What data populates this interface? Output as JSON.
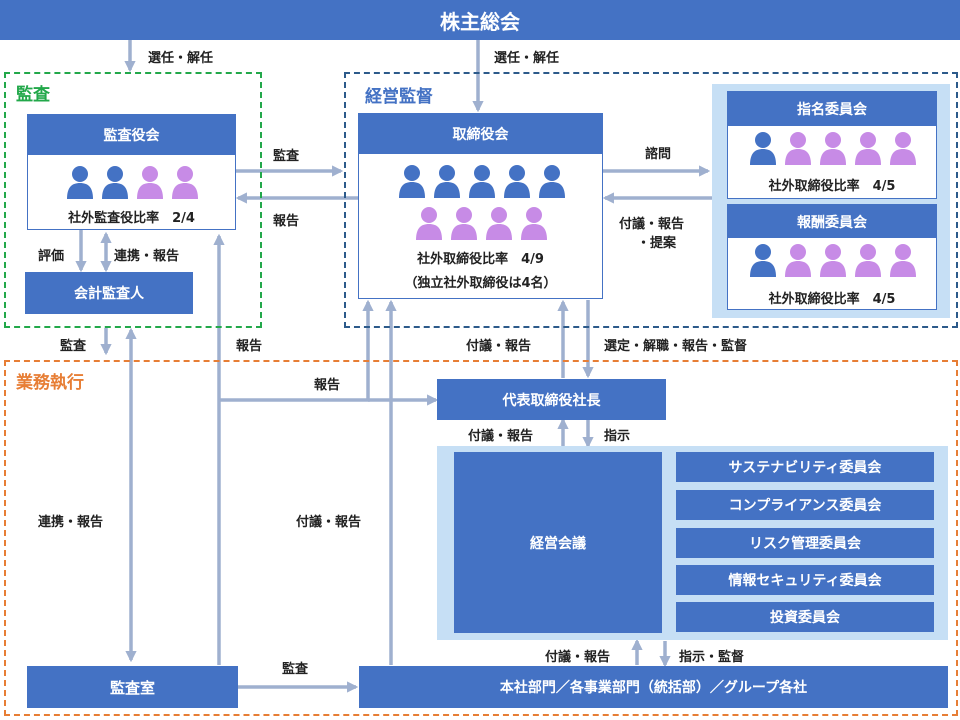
{
  "colors": {
    "blue": "#4472c4",
    "outside": "#c78be6",
    "insider": "#4472c4",
    "green": "#22a84a",
    "orange": "#e77e35",
    "navy": "#2c5a8a",
    "arrow": "#9fb0cf",
    "panelbg": "#c6dff5"
  },
  "header": {
    "title": "株主総会"
  },
  "regions": {
    "audit": "監査",
    "supervision": "経営監督",
    "execution": "業務執行"
  },
  "audit_board": {
    "title": "監査役会",
    "ratio": "社外監査役比率　2/4",
    "people": [
      "insider",
      "insider",
      "outside",
      "outside"
    ]
  },
  "accounting_auditor": {
    "title": "会計監査人"
  },
  "board": {
    "title": "取締役会",
    "ratio": "社外取締役比率　4/9",
    "note": "（独立社外取締役は4名）",
    "people": [
      "insider",
      "insider",
      "insider",
      "insider",
      "insider",
      "outside",
      "outside",
      "outside",
      "outside"
    ]
  },
  "nomination": {
    "title": "指名委員会",
    "ratio": "社外取締役比率　4/5",
    "people": [
      "insider",
      "outside",
      "outside",
      "outside",
      "outside"
    ]
  },
  "compensation": {
    "title": "報酬委員会",
    "ratio": "社外取締役比率　4/5",
    "people": [
      "insider",
      "outside",
      "outside",
      "outside",
      "outside"
    ]
  },
  "ceo": {
    "title": "代表取締役社長"
  },
  "mgmt_meeting": {
    "title": "経営会議"
  },
  "committees": [
    "サステナビリティ委員会",
    "コンプライアンス委員会",
    "リスク管理委員会",
    "情報セキュリティ委員会",
    "投資委員会"
  ],
  "internal_audit": {
    "title": "監査室"
  },
  "departments": {
    "title": "本社部門／各事業部門（統括部）／グループ各社"
  },
  "labels": {
    "elect_left": "選任・解任",
    "elect_right": "選任・解任",
    "audit_to_board": "監査",
    "board_to_audit": "報告",
    "consult": "諮問",
    "propose1": "付議・報告",
    "propose2": "・提案",
    "evaluate": "評価",
    "coop1": "連携・報告",
    "audit_down": "監査",
    "report_up": "報告",
    "report_mid": "報告",
    "propose_board": "付議・報告",
    "select": "選定・解職・報告・監督",
    "ceo_propose": "付議・報告",
    "instruct": "指示",
    "coop2": "連携・報告",
    "propose_left": "付議・報告",
    "audit_bottom": "監査",
    "dept_propose": "付議・報告",
    "dept_instruct": "指示・監督"
  }
}
